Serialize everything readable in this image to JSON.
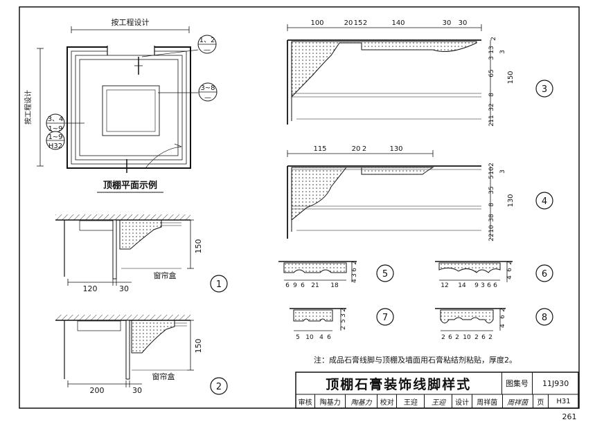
{
  "plan": {
    "top_dim_label": "按工程设计",
    "side_dim_label": "按工程设计",
    "caption": "顶棚平面示例",
    "callouts": [
      {
        "id": "c1",
        "top": "1、2",
        "bottom": "—"
      },
      {
        "id": "c2",
        "top": "3~8",
        "bottom": "—"
      },
      {
        "id": "c3",
        "top": "3、4",
        "bottom": "1~9",
        "sheet": "H32"
      }
    ]
  },
  "detail1": {
    "dims": [
      "120",
      "30",
      "150"
    ],
    "label": "窗帘盒",
    "number": "1"
  },
  "detail2": {
    "dims": [
      "200",
      "30",
      "150"
    ],
    "label": "窗帘盒",
    "number": "2"
  },
  "detail3": {
    "number": "3",
    "top_dims": [
      "100",
      "20",
      "15",
      "2",
      "140",
      "30",
      "30"
    ],
    "right_dims": [
      "2",
      "3",
      "13",
      "3",
      "65",
      "150",
      "8",
      "32",
      "11",
      "2"
    ]
  },
  "detail4": {
    "number": "4",
    "top_dims": [
      "115",
      "20",
      "2",
      "130"
    ],
    "right_dims": [
      "2",
      "10",
      "5",
      "3",
      "35",
      "8",
      "130",
      "38",
      "10",
      "2",
      "2"
    ]
  },
  "detail5": {
    "number": "5",
    "bottom_dims": [
      "6",
      "9",
      "6",
      "21",
      "18"
    ],
    "side_dims": [
      "2",
      "6",
      "3",
      "4"
    ]
  },
  "detail6": {
    "number": "6",
    "bottom_dims": [
      "12",
      "14",
      "9",
      "3",
      "6",
      "6"
    ],
    "side_dims": [
      "2",
      "6",
      "4"
    ]
  },
  "detail7": {
    "number": "7",
    "bottom_dims": [
      "5",
      "10",
      "4",
      "6"
    ],
    "side_dims": [
      "2",
      "3",
      "5",
      "2"
    ]
  },
  "detail8": {
    "number": "8",
    "bottom_dims": [
      "2",
      "6",
      "2",
      "10",
      "2",
      "6",
      "2"
    ],
    "side_dims": [
      "2",
      "6",
      "4"
    ]
  },
  "note": "注：成品石膏线脚与顶棚及墙面用石膏粘结剂粘贴，厚度2。",
  "title_block": {
    "title": "顶棚石膏装饰线脚样式",
    "atlas_label": "图集号",
    "atlas_no": "11J930",
    "review_label": "审核",
    "reviewer": "陶基力",
    "check_label": "校对",
    "checker": "王迎",
    "design_label": "设计",
    "designer": "周祥茵",
    "page_label": "页",
    "page_code": "H31"
  },
  "page_number": "261",
  "colors": {
    "ink": "#111111",
    "paper": "#ffffff",
    "hatch": "#333333"
  }
}
